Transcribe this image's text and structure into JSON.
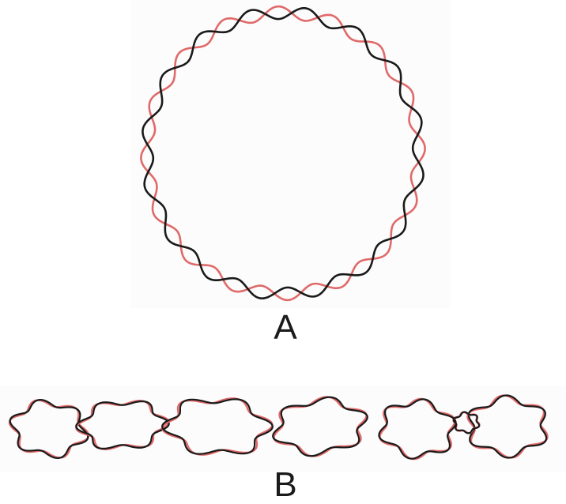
{
  "labels": {
    "a": "A",
    "b": "B"
  },
  "colors": {
    "strand_1": "#1a1a1a",
    "strand_2": "#e06a6a"
  },
  "panels": {
    "a": {
      "ring_count": 1,
      "waves_per_ring": 16
    },
    "b": {
      "ring_count": 7,
      "waves_per_ring": 6
    }
  }
}
